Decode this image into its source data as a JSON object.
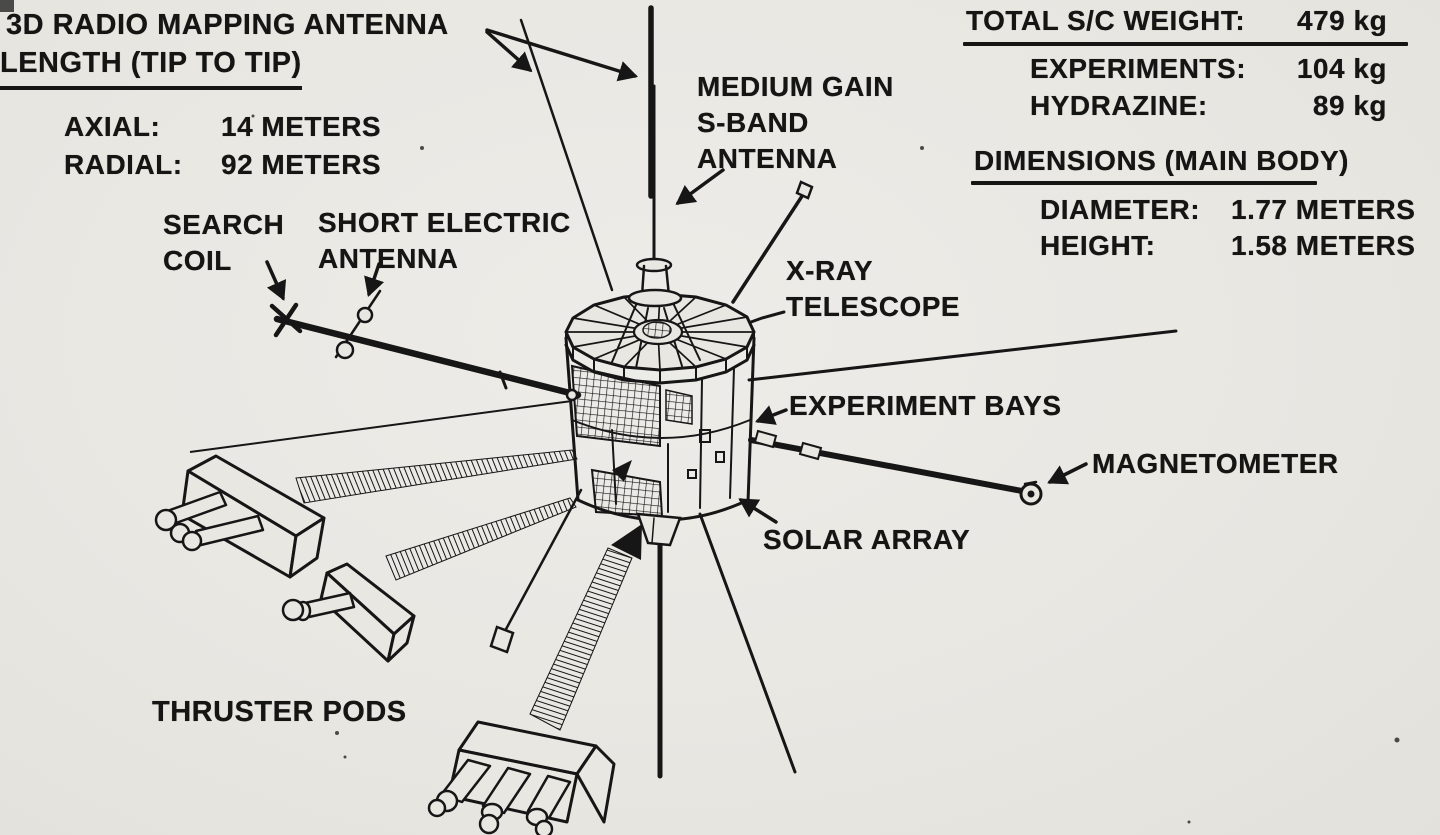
{
  "colors": {
    "background": "#e9e7e2",
    "ink": "#161616"
  },
  "radio_antenna_block": {
    "title": "3D RADIO MAPPING ANTENNA",
    "subtitle": "LENGTH (TIP TO TIP)",
    "rows": [
      {
        "label": "AXIAL:",
        "value": "14 METERS"
      },
      {
        "label": "RADIAL:",
        "value": "92 METERS"
      }
    ]
  },
  "weight_block": {
    "title_label": "TOTAL S/C WEIGHT:",
    "title_value": "479 kg",
    "rows": [
      {
        "label": "EXPERIMENTS:",
        "value": "104 kg"
      },
      {
        "label": "HYDRAZINE:",
        "value": "89 kg"
      }
    ]
  },
  "dimensions_block": {
    "title": "DIMENSIONS (MAIN BODY)",
    "rows": [
      {
        "label": "DIAMETER:",
        "value": "1.77 METERS"
      },
      {
        "label": "HEIGHT:",
        "value": "1.58 METERS"
      }
    ]
  },
  "callouts": {
    "search_coil": {
      "line1": "SEARCH",
      "line2": "COIL"
    },
    "short_electric_antenna": {
      "line1": "SHORT ELECTRIC",
      "line2": "ANTENNA"
    },
    "medium_gain_s_band_antenna": {
      "line1": "MEDIUM GAIN",
      "line2": "S-BAND",
      "line3": "ANTENNA"
    },
    "x_ray_telescope": {
      "line1": "X-RAY",
      "line2": "TELESCOPE"
    },
    "experiment_bays": "EXPERIMENT BAYS",
    "magnetometer": "MAGNETOMETER",
    "solar_array": "SOLAR ARRAY",
    "thruster_pods": "THRUSTER PODS"
  }
}
